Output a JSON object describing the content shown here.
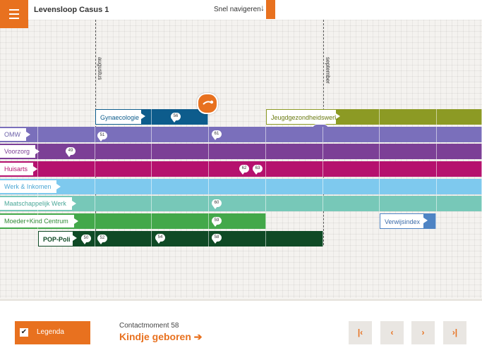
{
  "header": {
    "title": "Levensloop Casus 1",
    "nav_label": "Snel navigeren",
    "nav_arrow": "↓",
    "menu_icon": "hamburger-icon"
  },
  "timeline": {
    "months": [
      "augustus",
      "september"
    ],
    "active_marker_icon": "baby-icon",
    "top_bars": [
      {
        "label": "Gynaecologie",
        "color": "#0d5c8c",
        "bubbles": [
          "56"
        ]
      },
      {
        "label": "Jeugdgezondheidswerk",
        "color": "#8c9a24",
        "bubbles": []
      }
    ],
    "rows": [
      {
        "label": "OMW",
        "color": "#7a6fbb",
        "bubbles": [
          "51",
          "61"
        ]
      },
      {
        "label": "Voorzorg",
        "color": "#7c3f96",
        "bubbles": [
          "49"
        ]
      },
      {
        "label": "Huisarts",
        "color": "#b5116e",
        "bubbles": [
          "62",
          "63"
        ]
      },
      {
        "label": "Werk & Inkomen",
        "color": "#7ec9ee",
        "bubbles": []
      },
      {
        "label": "Maatschappelijk Werk",
        "color": "#77c8b8",
        "bubbles": [
          "60"
        ]
      },
      {
        "label": "Moeder+Kind Centrum",
        "color": "#43a84a",
        "bubbles": [
          "59"
        ]
      },
      {
        "label": "POP-Poli",
        "color": "#0f4a25",
        "bubbles": [
          "50",
          "52",
          "54",
          "58"
        ]
      }
    ],
    "verwijsindex": {
      "label": "Verwijsindex",
      "color": "#4f84c4"
    }
  },
  "footer": {
    "legend_label": "Legenda",
    "legend_check": "✔",
    "contact_label": "Contactmoment 58",
    "contact_title": "Kindje geboren ➔",
    "nav_buttons": {
      "first": "|‹",
      "prev": "‹",
      "next": "›",
      "last": "›|"
    }
  },
  "colors": {
    "accent": "#e8711f"
  }
}
